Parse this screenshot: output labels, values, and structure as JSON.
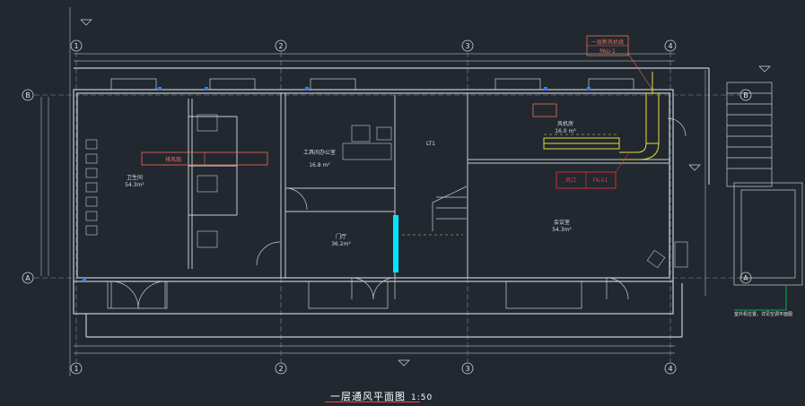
{
  "drawing": {
    "title": "一层通风平面图",
    "scale": "1:50"
  },
  "grid": {
    "columns": [
      "1",
      "2",
      "3",
      "4"
    ],
    "rows": [
      "B",
      "A"
    ]
  },
  "rooms": [
    {
      "id": "room-left",
      "label": "卫生间",
      "area": "54.3m²"
    },
    {
      "id": "room-office",
      "label": "工具间办公室",
      "area": "16.8 m²"
    },
    {
      "id": "room-lt",
      "label": "LT1",
      "area": ""
    },
    {
      "id": "room-mid",
      "label": "门厅",
      "area": "36.2m²"
    },
    {
      "id": "room-right",
      "label": "会议室",
      "area": "54.3m²"
    },
    {
      "id": "room-small",
      "label": "风机房",
      "area": "16.0 m²"
    }
  ],
  "annotations": {
    "top_right_callout": "一层新风机组",
    "top_right_sub": "PAU-1",
    "red_callout": "风口",
    "red_sub": "FK-01",
    "bottom_right_note": "室外机位置，详见空调平面图",
    "left_callout": "排风扇"
  },
  "colors": {
    "background": "#212830",
    "wall": "#c8ccd0",
    "grid_line": "#8a9096",
    "duct": "#e6dc3c",
    "accent_red": "#ff3030",
    "callout_orange": "#f07050",
    "cyan": "#00e5ff",
    "green": "#00d060"
  }
}
